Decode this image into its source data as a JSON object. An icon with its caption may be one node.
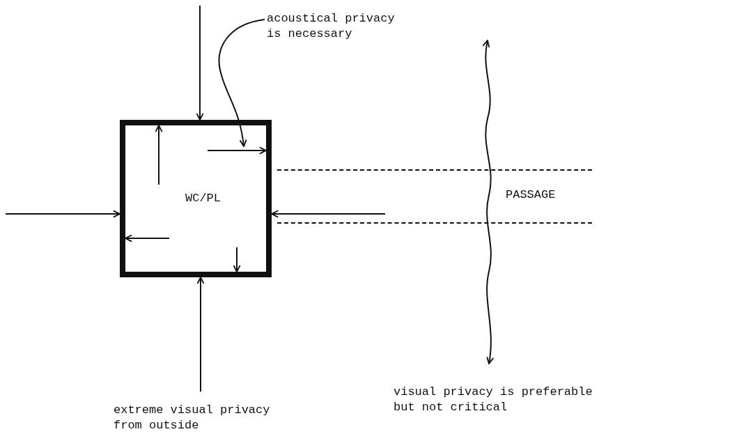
{
  "diagram": {
    "nodes": [
      {
        "text": [
          "WC/PL"
        ]
      },
      {
        "text": [
          "PASSAGE"
        ]
      },
      {
        "text": [
          "acoustical privacy is necessary"
        ]
      }
    ],
    "edges": [
      {
        "from": null,
        "to": 0,
        "arrow": "to"
      },
      {
        "from": null,
        "to": 0,
        "arrow": "to"
      },
      {
        "from": null,
        "to": 0,
        "arrow": "to"
      },
      {
        "from": 1,
        "to": 0,
        "arrow": "to"
      },
      {
        "from": null,
        "to": 0,
        "arrow": "to"
      },
      {
        "from": null,
        "to": 0,
        "arrow": "to"
      },
      {
        "from": null,
        "to": 0,
        "arrow": "to"
      },
      {
        "from": null,
        "to": 0,
        "arrow": "to"
      },
      {
        "from": 2,
        "to": 0,
        "arrow": "to"
      }
    ],
    "labels": [
      "visual privacy is preferable but not critical",
      "extreme visual privacy from outside"
    ]
  }
}
